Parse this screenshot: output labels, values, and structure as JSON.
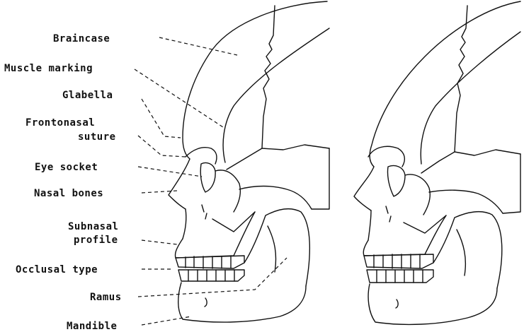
{
  "labels": {
    "braincase": "Braincase",
    "muscle_marking": "Muscle marking",
    "glabella": "Glabella",
    "frontonasal_line1": "Frontonasal",
    "frontonasal_line2": "suture",
    "eye_socket": "Eye socket",
    "nasal_bones": "Nasal bones",
    "subnasal_line1": "Subnasal",
    "subnasal_line2": "profile",
    "occlusal_type": "Occlusal type",
    "ramus": "Ramus",
    "mandible": "Mandible"
  },
  "colors": {
    "ink": "#111111",
    "background": "#ffffff"
  }
}
